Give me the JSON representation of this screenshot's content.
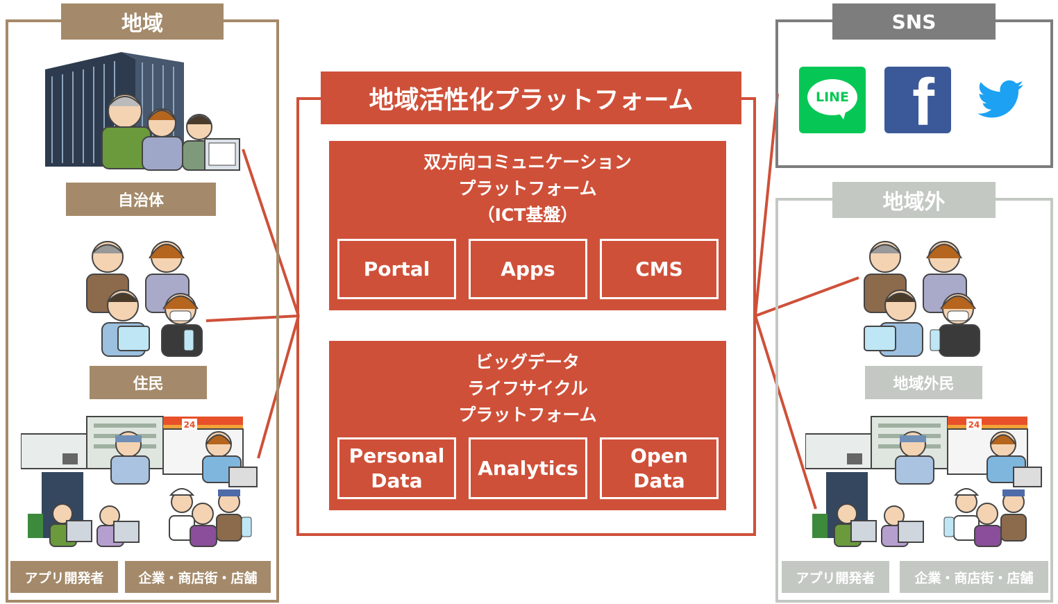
{
  "left": {
    "title": "地域",
    "government_label": "自治体",
    "residents_label": "住民",
    "developers_label": "アプリ開発者",
    "business_label": "企業・商店街・店舗"
  },
  "center": {
    "title": "地域活性化プラットフォーム",
    "ict": {
      "line1": "双方向コミュニケーション",
      "line2": "プラットフォーム",
      "line3": "（ICT基盤）",
      "items": [
        "Portal",
        "Apps",
        "CMS"
      ]
    },
    "bigdata": {
      "line1": "ビッグデータ",
      "line2": "ライフサイクル",
      "line3": "プラットフォーム",
      "items": [
        {
          "line1": "Personal",
          "line2": "Data"
        },
        {
          "line1": "Analytics",
          "line2": ""
        },
        {
          "line1": "Open",
          "line2": "Data"
        }
      ]
    }
  },
  "right": {
    "sns_title": "SNS",
    "line_logo_text": "LINE",
    "facebook_logo_text": "f",
    "outside_title": "地域外",
    "outside_residents_label": "地域外民",
    "developers_label": "アプリ開発者",
    "business_label": "企業・商店街・店舗"
  },
  "store_sign": "24",
  "colors": {
    "brown": "#a48a6a",
    "red": "#cf5039",
    "gray": "#7d7d7d",
    "light_gray": "#c3c8c3",
    "line_green": "#06c755",
    "facebook_blue": "#3b5998",
    "twitter_blue": "#1da1f2"
  }
}
